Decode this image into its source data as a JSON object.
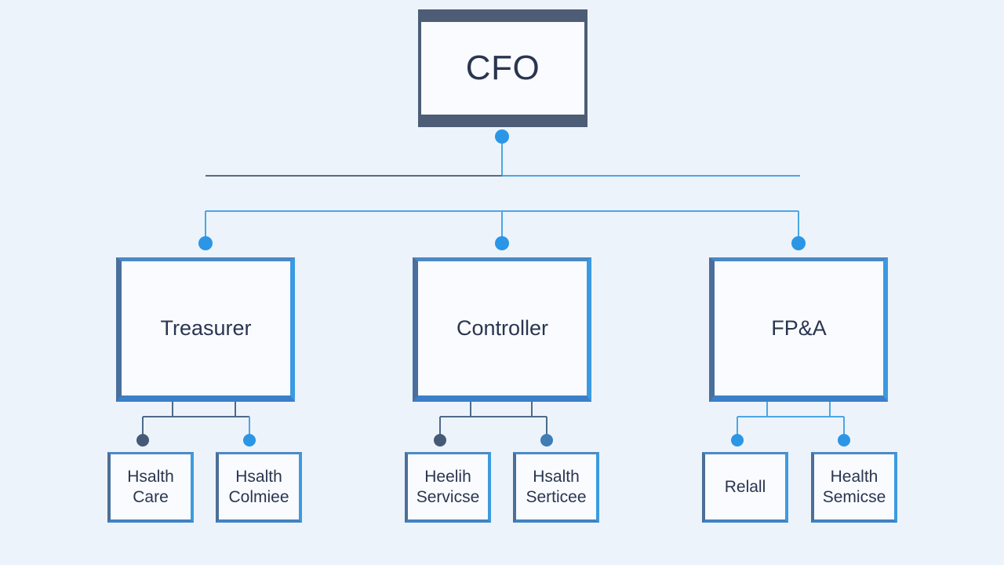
{
  "root": {
    "label": "CFO"
  },
  "departments": [
    {
      "label": "Treasurer"
    },
    {
      "label": "Controller"
    },
    {
      "label": "FP&A"
    }
  ],
  "units": [
    {
      "label": "Hsalth\nCare"
    },
    {
      "label": "Hsalth\nColmiee"
    },
    {
      "label": "Heelih\nServicse"
    },
    {
      "label": "Hsalth\nSerticee"
    },
    {
      "label": "Relall"
    },
    {
      "label": "Health\nSemicse"
    }
  ],
  "colors": {
    "background": "#edf3fa",
    "accent_blue": "#2b96e6",
    "dark_slate": "#4d5d76",
    "connector_blue": "#4aa7e4",
    "text": "#2a3550"
  }
}
